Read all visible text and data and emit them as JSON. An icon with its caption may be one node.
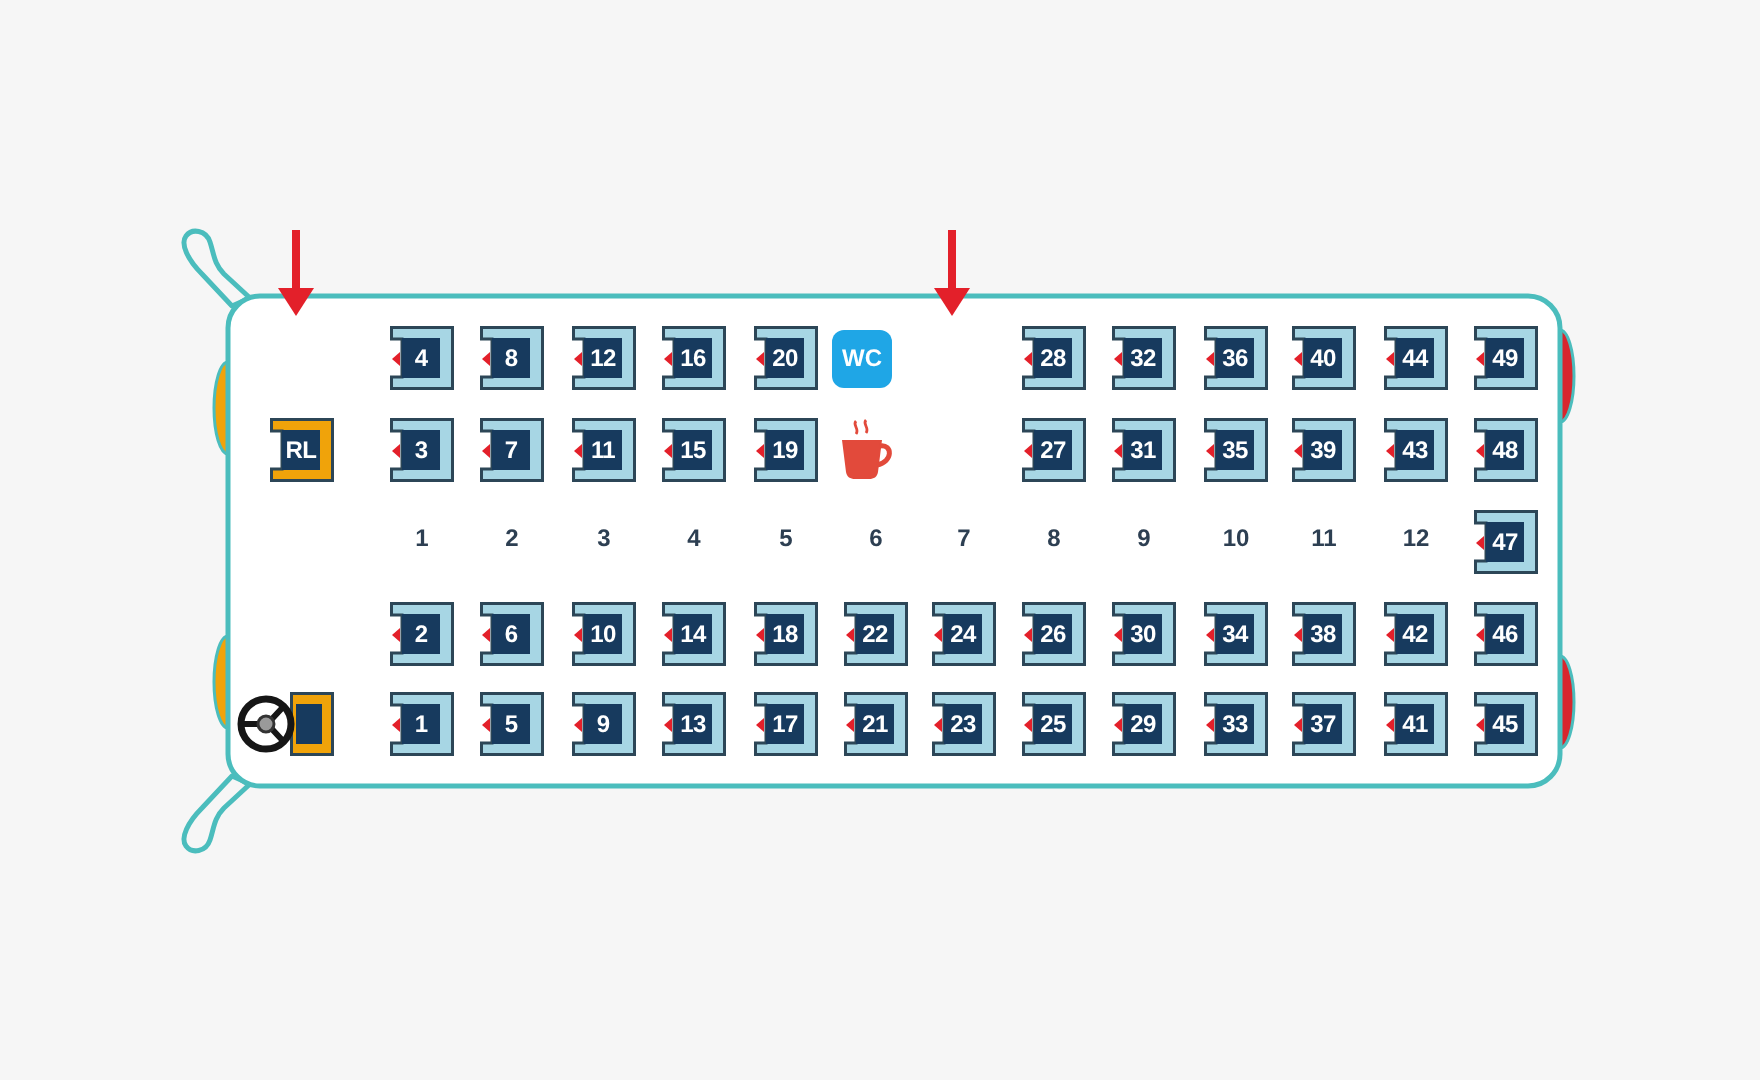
{
  "diagram": {
    "nodes": [
      {
        "text": [
          "4"
        ]
      },
      {
        "text": [
          "8"
        ]
      },
      {
        "text": [
          "12"
        ]
      },
      {
        "text": [
          "16"
        ]
      },
      {
        "text": [
          "20"
        ]
      },
      {
        "text": [
          "WC"
        ]
      },
      {
        "text": [
          "28"
        ]
      },
      {
        "text": [
          "32"
        ]
      },
      {
        "text": [
          "36"
        ]
      },
      {
        "text": [
          "40"
        ]
      },
      {
        "text": [
          "44"
        ]
      },
      {
        "text": [
          "49"
        ]
      },
      {
        "text": [
          "RL"
        ]
      },
      {
        "text": [
          "3"
        ]
      },
      {
        "text": [
          "7"
        ]
      },
      {
        "text": [
          "11"
        ]
      },
      {
        "text": [
          "15"
        ]
      },
      {
        "text": [
          "19"
        ]
      },
      {
        "text": [
          "27"
        ]
      },
      {
        "text": [
          "31"
        ]
      },
      {
        "text": [
          "35"
        ]
      },
      {
        "text": [
          "39"
        ]
      },
      {
        "text": [
          "43"
        ]
      },
      {
        "text": [
          "48"
        ]
      },
      {
        "text": [
          "47"
        ]
      },
      {
        "text": [
          "2"
        ]
      },
      {
        "text": [
          "6"
        ]
      },
      {
        "text": [
          "10"
        ]
      },
      {
        "text": [
          "14"
        ]
      },
      {
        "text": [
          "18"
        ]
      },
      {
        "text": [
          "22"
        ]
      },
      {
        "text": [
          "24"
        ]
      },
      {
        "text": [
          "26"
        ]
      },
      {
        "text": [
          "30"
        ]
      },
      {
        "text": [
          "34"
        ]
      },
      {
        "text": [
          "38"
        ]
      },
      {
        "text": [
          "42"
        ]
      },
      {
        "text": [
          "46"
        ]
      },
      {
        "text": [],
        "shape": "box"
      },
      {
        "text": [
          "1"
        ]
      },
      {
        "text": [
          "5"
        ]
      },
      {
        "text": [
          "9"
        ]
      },
      {
        "text": [
          "13"
        ]
      },
      {
        "text": [
          "17"
        ]
      },
      {
        "text": [
          "21"
        ]
      },
      {
        "text": [
          "23"
        ]
      },
      {
        "text": [
          "25"
        ]
      },
      {
        "text": [
          "29"
        ]
      },
      {
        "text": [
          "33"
        ]
      },
      {
        "text": [
          "37"
        ]
      },
      {
        "text": [
          "41"
        ]
      },
      {
        "text": [
          "45"
        ]
      }
    ],
    "labels": [
      "1",
      "2",
      "3",
      "4",
      "5",
      "6",
      "7",
      "8",
      "9",
      "10",
      "11",
      "12"
    ]
  }
}
